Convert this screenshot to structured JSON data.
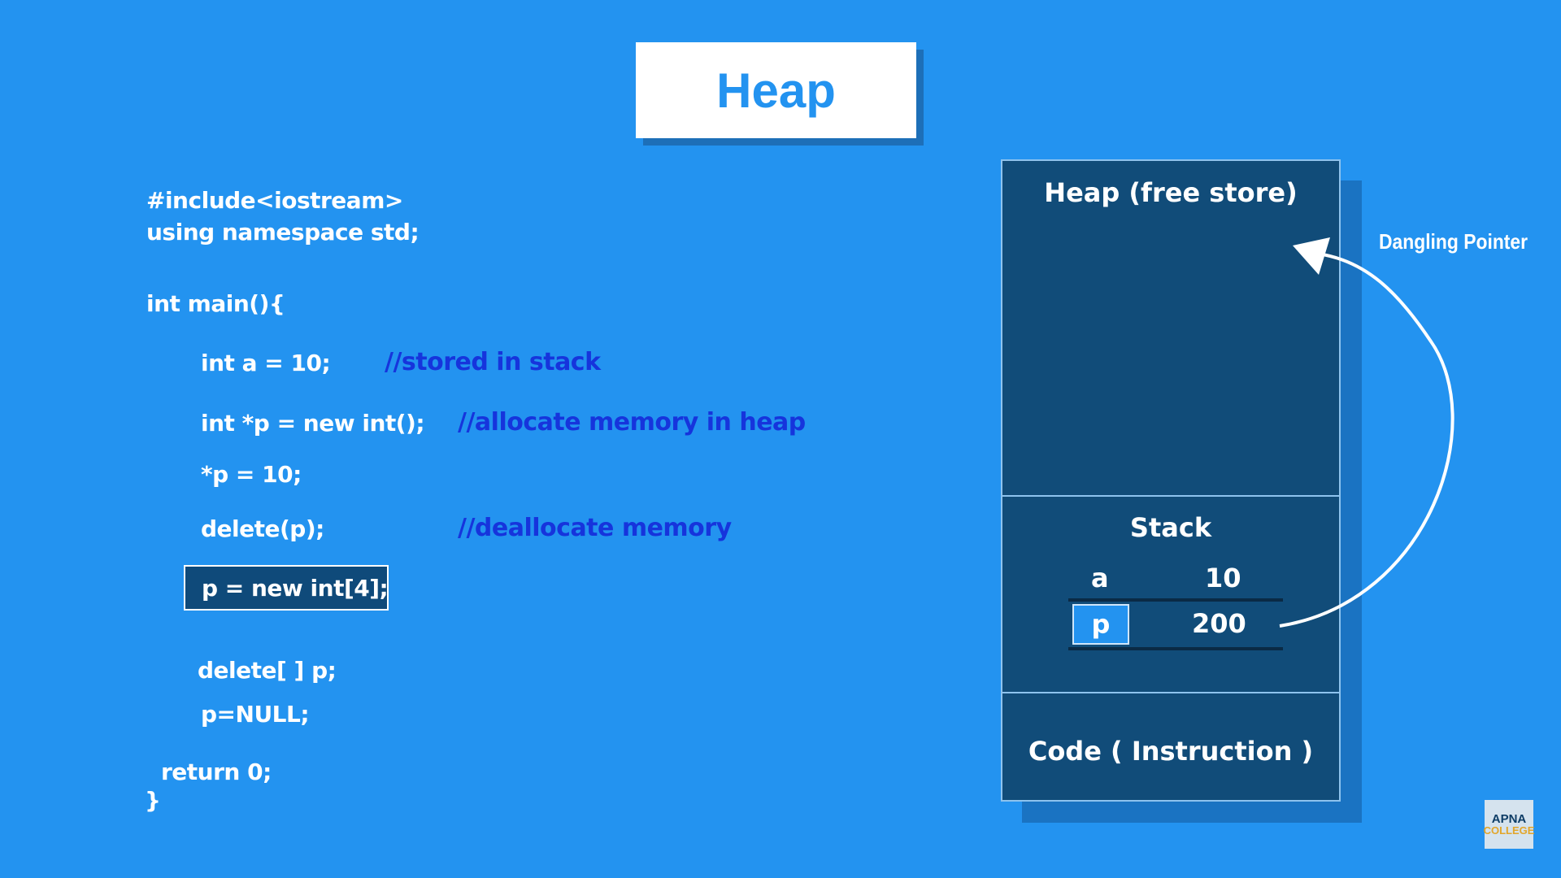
{
  "title": "Heap",
  "code": {
    "line1": "#include<iostream>",
    "line2": "using namespace std;",
    "line3": "int main(){",
    "line4": "int a = 10;",
    "line5": "int *p = new int();",
    "line6": "*p = 10;",
    "line7": "delete(p);",
    "line8": "p = new int[4];",
    "line9": "delete[ ] p;",
    "line10": "p=NULL;",
    "line11": "return 0;",
    "line12": "}"
  },
  "comments": {
    "c1": "//stored in stack",
    "c2": "//allocate memory in heap",
    "c3": "//deallocate memory"
  },
  "memory": {
    "heap_label": "Heap (free store)",
    "stack_label": "Stack",
    "rows": [
      {
        "name": "a",
        "value": "10"
      },
      {
        "name": "p",
        "value": "200"
      }
    ],
    "code_label": "Code ( Instruction )"
  },
  "annotation": "Dangling Pointer",
  "logo": {
    "line1": "APNA",
    "line2": "COLLEGE"
  },
  "colors": {
    "background": "#2393f0",
    "memory_panel": "#114c79",
    "comment": "#1634dc"
  }
}
